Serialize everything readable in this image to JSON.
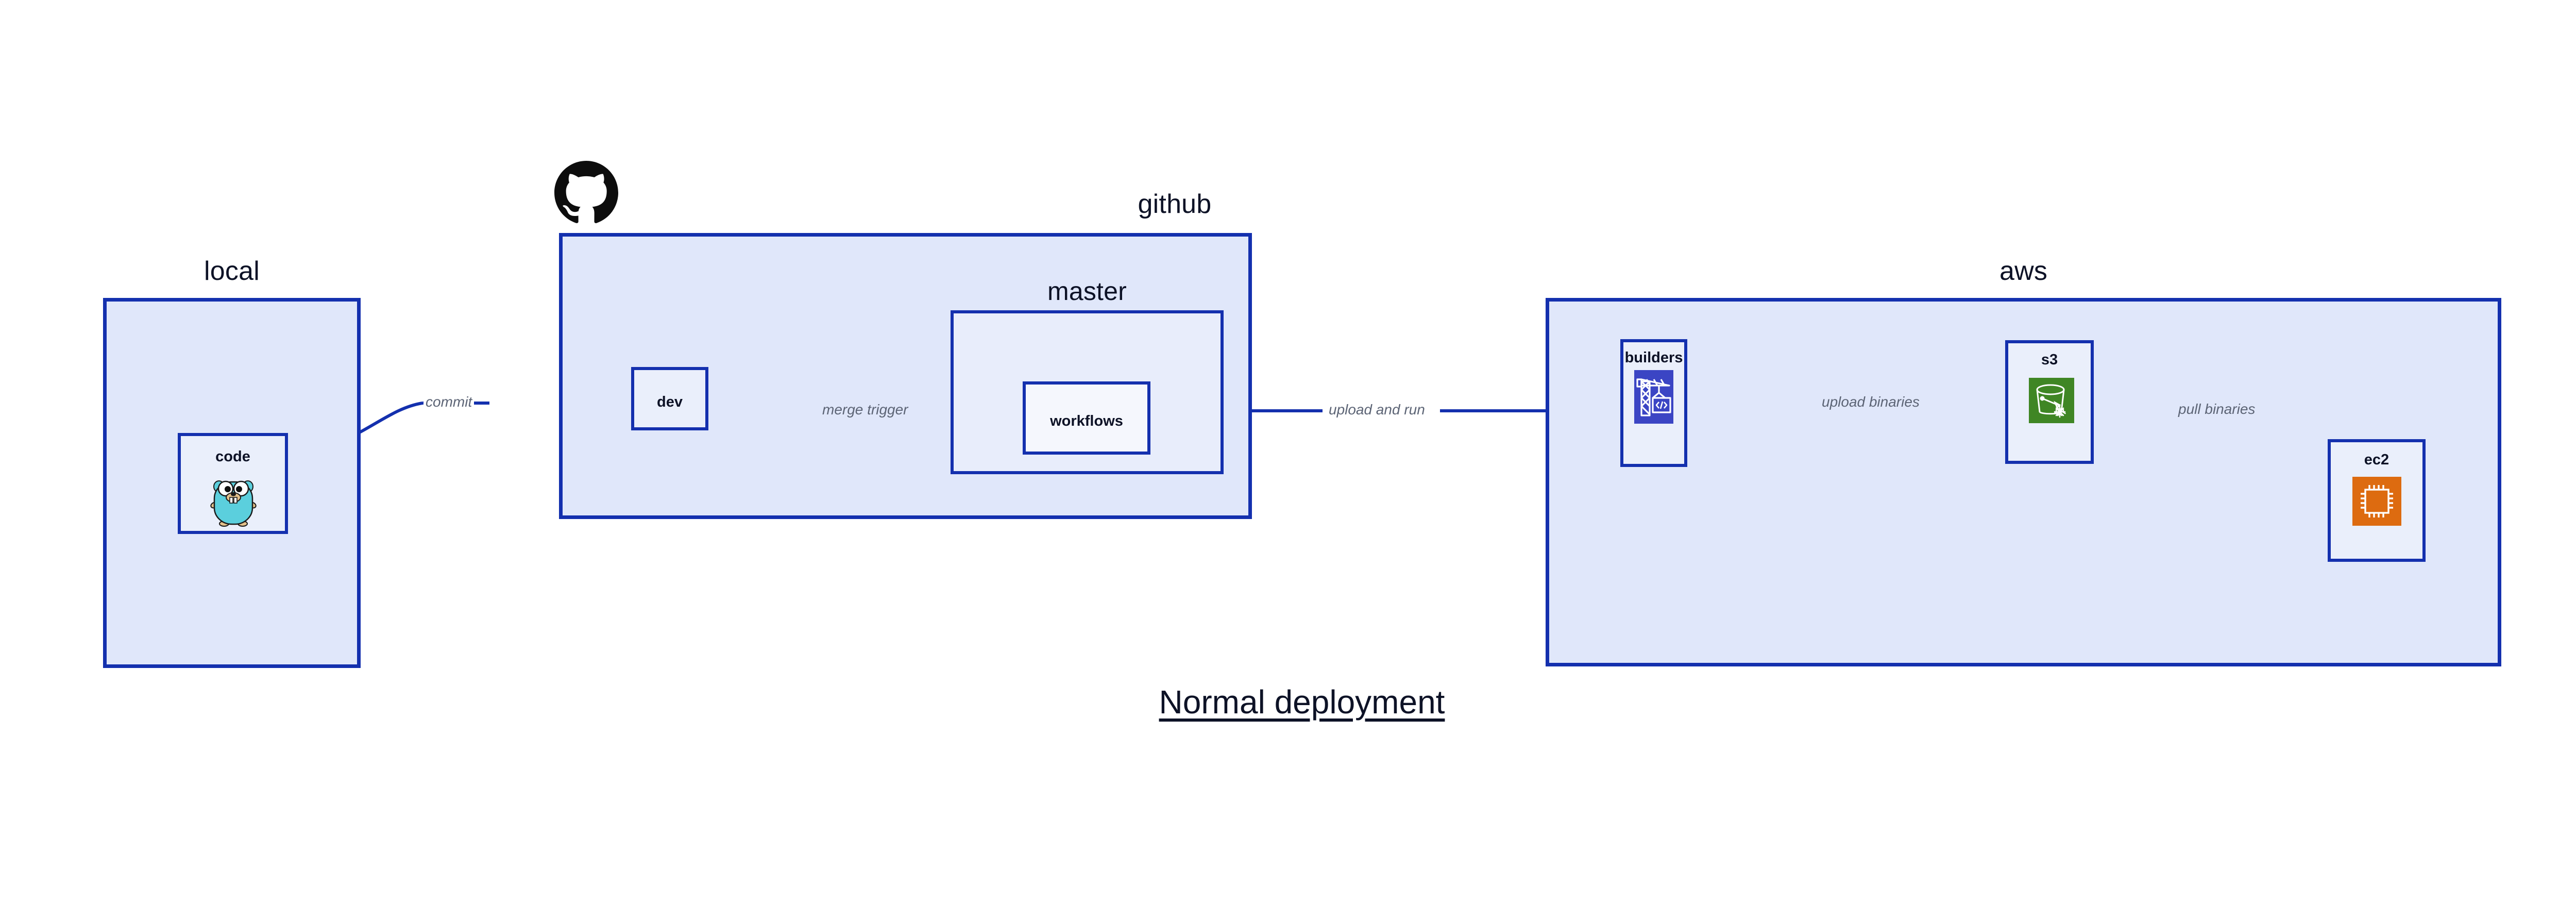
{
  "diagram": {
    "title": "Normal deployment",
    "background_color": "#ffffff",
    "accent_color": "#1430AE",
    "group_fill": "#E0E7FA",
    "node_fill": "#EAEFFB",
    "label_color": "#0D1226",
    "edge_label_color": "#5C6475"
  },
  "groups": [
    {
      "id": "local",
      "label": "local",
      "nodes": [
        {
          "id": "code",
          "label": "code",
          "icon": "go-gopher-icon"
        }
      ]
    },
    {
      "id": "github",
      "label": "github",
      "icon": "github-octocat-icon",
      "nodes": [
        {
          "id": "dev",
          "label": "dev",
          "icon": null
        }
      ],
      "subgroups": [
        {
          "id": "master",
          "label": "master",
          "nodes": [
            {
              "id": "workflows",
              "label": "workflows",
              "icon": null
            }
          ]
        }
      ]
    },
    {
      "id": "aws",
      "label": "aws",
      "nodes": [
        {
          "id": "builders",
          "label": "builders",
          "icon": "aws-codebuild-icon",
          "icon_color": "#3B45C4"
        },
        {
          "id": "s3",
          "label": "s3",
          "icon": "aws-s3-glacier-icon",
          "icon_color": "#3F8624"
        },
        {
          "id": "ec2",
          "label": "ec2",
          "icon": "aws-ec2-icon",
          "icon_color": "#DD6B10"
        }
      ]
    }
  ],
  "edges": [
    {
      "id": "commit",
      "label": "commit",
      "from": "code",
      "to": "dev"
    },
    {
      "id": "merge-trigger",
      "label": "merge trigger",
      "from": "dev",
      "to": "workflows"
    },
    {
      "id": "upload-and-run",
      "label": "upload and run",
      "from": "workflows",
      "to": "builders"
    },
    {
      "id": "upload-binaries",
      "label": "upload binaries",
      "from": "builders",
      "to": "s3"
    },
    {
      "id": "pull-binaries",
      "label": "pull binaries",
      "from": "s3",
      "to": "ec2"
    }
  ]
}
